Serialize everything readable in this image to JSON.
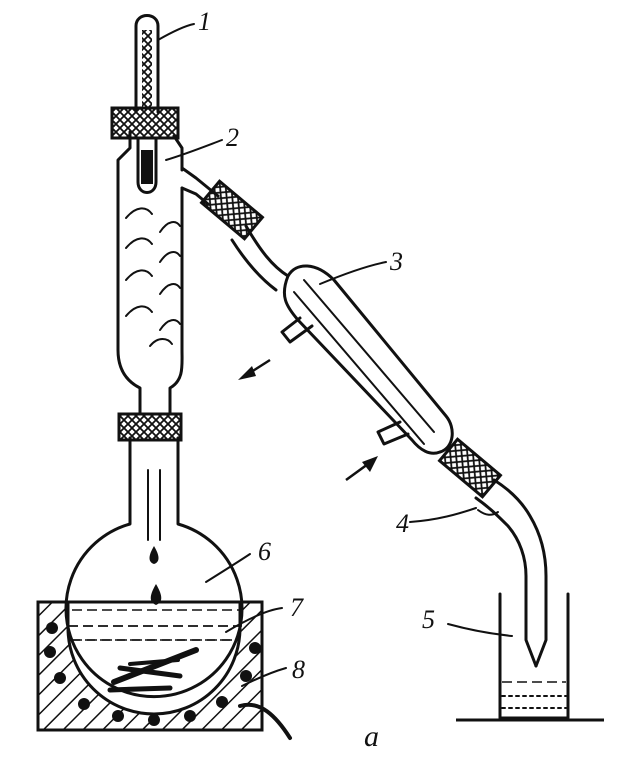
{
  "figure": {
    "labels": [
      "1",
      "2",
      "3",
      "4",
      "5",
      "6",
      "7",
      "8"
    ],
    "subfigure_label": "a"
  },
  "colors": {
    "ink": "#111111",
    "background": "#ffffff"
  },
  "flow_arrows": [
    "water-out-arrow",
    "water-in-arrow"
  ]
}
